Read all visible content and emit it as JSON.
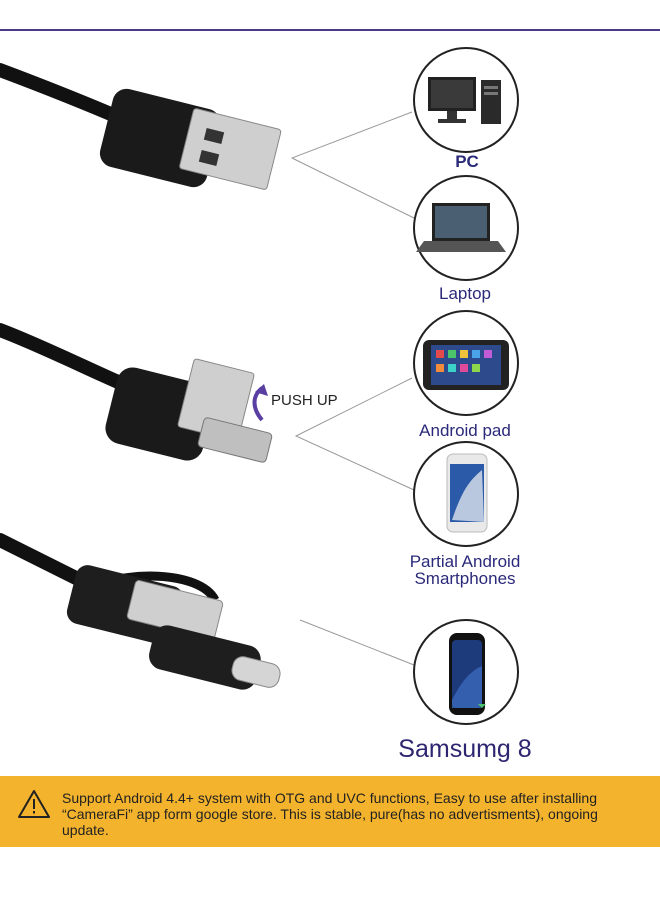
{
  "labels": {
    "pc": "PC",
    "laptop": "Laptop",
    "android_pad": "Android pad",
    "partial_android": "Partial Android Smartphones",
    "samsung": "Samsumg 8",
    "push_up": "PUSH UP"
  },
  "notice": {
    "icon": "warning-icon",
    "text": "Support Android 4.4+ system with OTG and UVC functions, Easy to use after installing “CameraFi” app form google store. This is stable, pure(has no advertisments), ongoing update."
  },
  "colors": {
    "accent_line": "#4b3a86",
    "label_text": "#2b2a7a",
    "banner": "#f4b32c"
  }
}
